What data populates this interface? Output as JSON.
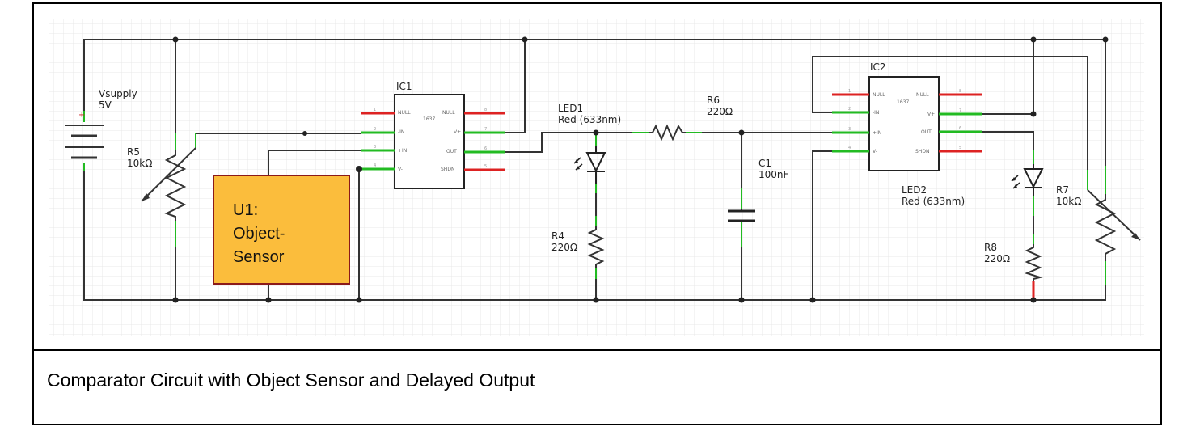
{
  "caption": "Comparator Circuit with Object Sensor and Delayed Output",
  "colors": {
    "wire": "#333333",
    "pin_connected": "#22bb22",
    "pin_unconnected": "#dd2222",
    "node": "#222222",
    "grid": "#e9e9e9",
    "u1_fill": "#fbbd3c",
    "u1_border": "#8b1a1a"
  },
  "components": {
    "vsupply": {
      "name": "Vsupply",
      "value": "5V",
      "plus": "+"
    },
    "r5": {
      "name": "R5",
      "value": "10kΩ"
    },
    "ic1": {
      "name": "IC1",
      "part": "1637",
      "left_pins": [
        {
          "num": "1",
          "label": "NULL"
        },
        {
          "num": "2",
          "label": "-IN"
        },
        {
          "num": "3",
          "label": "+IN"
        },
        {
          "num": "4",
          "label": "V-"
        }
      ],
      "right_pins": [
        {
          "num": "8",
          "label": "NULL"
        },
        {
          "num": "7",
          "label": "V+"
        },
        {
          "num": "6",
          "label": "OUT"
        },
        {
          "num": "5",
          "label": "SHDN"
        }
      ]
    },
    "u1": {
      "line1": "U1:",
      "line2": "Object-",
      "line3": "Sensor"
    },
    "led1": {
      "name": "LED1",
      "value": "Red (633nm)"
    },
    "r4": {
      "name": "R4",
      "value": "220Ω"
    },
    "r6": {
      "name": "R6",
      "value": "220Ω"
    },
    "c1": {
      "name": "C1",
      "value": "100nF"
    },
    "ic2": {
      "name": "IC2",
      "part": "1637",
      "left_pins": [
        {
          "num": "1",
          "label": "NULL"
        },
        {
          "num": "2",
          "label": "-IN"
        },
        {
          "num": "3",
          "label": "+IN"
        },
        {
          "num": "4",
          "label": "V-"
        }
      ],
      "right_pins": [
        {
          "num": "8",
          "label": "NULL"
        },
        {
          "num": "7",
          "label": "V+"
        },
        {
          "num": "6",
          "label": "OUT"
        },
        {
          "num": "5",
          "label": "SHDN"
        }
      ]
    },
    "led2": {
      "name": "LED2",
      "value": "Red (633nm)"
    },
    "r8": {
      "name": "R8",
      "value": "220Ω"
    },
    "r7": {
      "name": "R7",
      "value": "10kΩ"
    }
  }
}
